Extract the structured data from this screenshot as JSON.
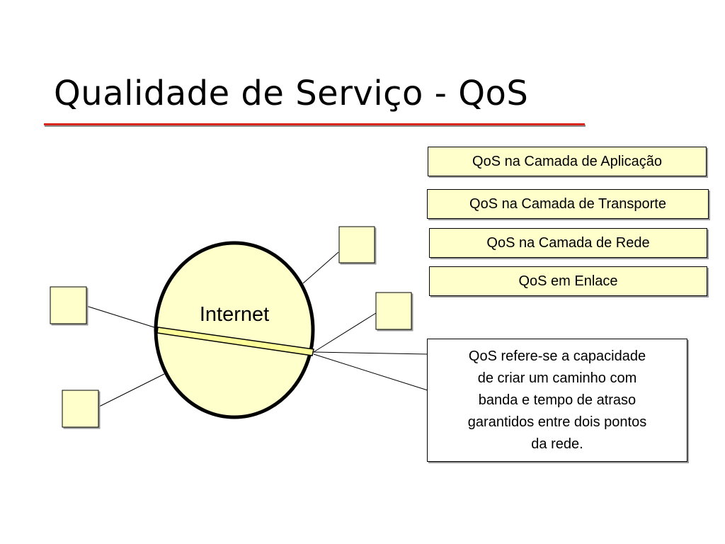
{
  "slide": {
    "title": "Qualidade de Serviço - QoS",
    "accent_color": "#d9261c"
  },
  "diagram": {
    "internet_label": "Internet",
    "fill_color": "#ffffcc",
    "link_color": "#ffff99"
  },
  "layers": [
    {
      "id": "app",
      "label": "QoS na Camada de Aplicação"
    },
    {
      "id": "transport",
      "label": "QoS na Camada de Transporte"
    },
    {
      "id": "network",
      "label": "QoS na Camada de Rede"
    },
    {
      "id": "link",
      "label": "QoS em Enlace"
    }
  ],
  "description": {
    "lines": [
      "QoS refere-se a capacidade",
      "de criar um caminho com",
      "banda e tempo de atraso",
      "garantidos entre dois pontos",
      "da rede."
    ]
  }
}
